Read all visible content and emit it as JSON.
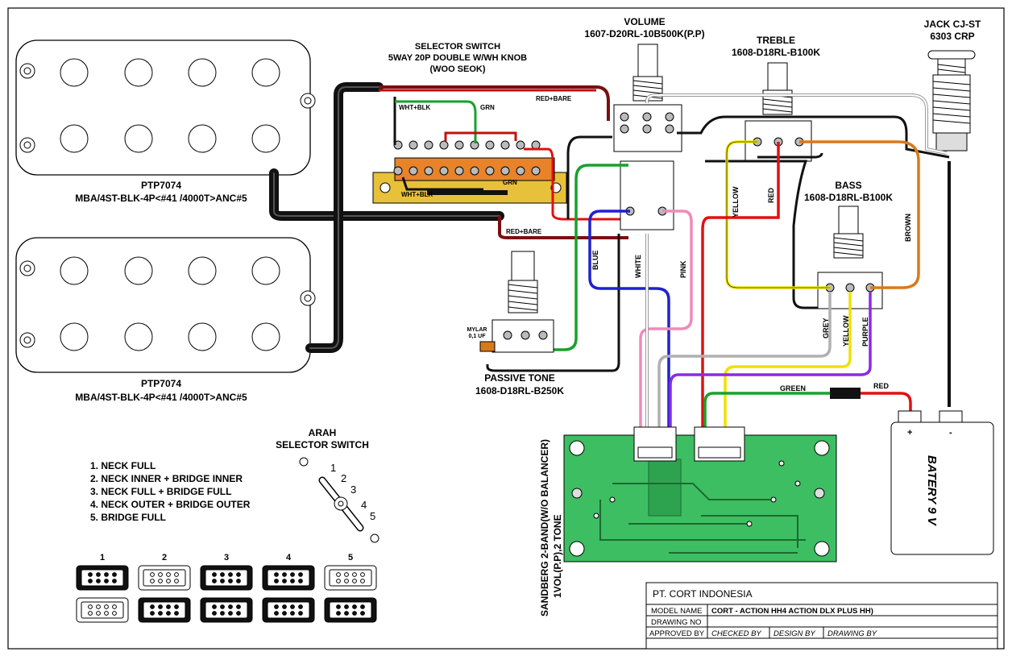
{
  "pickups": {
    "neck": {
      "label1": "PTP7074",
      "label2": "MBA/4ST-BLK-4P<#41 /4000T>ANC#5"
    },
    "bridge": {
      "label1": "PTP7074",
      "label2": "MBA/4ST-BLK-4P<#41 /4000T>ANC#5"
    }
  },
  "selector_switch": {
    "title1": "SELECTOR SWITCH",
    "title2": "5WAY 20P DOUBLE W/WH KNOB",
    "title3": "(WOO SEOK)"
  },
  "volume": {
    "title": "VOLUME",
    "part": "1607-D20RL-10B500K(P.P)"
  },
  "treble": {
    "title": "TREBLE",
    "part": "1608-D18RL-B100K"
  },
  "bass": {
    "title": "BASS",
    "part": "1608-D18RL-B100K"
  },
  "jack": {
    "title": "JACK CJ-ST",
    "part": "6303 CRP"
  },
  "passive_tone": {
    "title": "PASSIVE TONE",
    "part": "1608-D18RL-B250K",
    "cap1": "MYLAR",
    "cap2": "0,1 UF"
  },
  "wires": {
    "wht_blk": "WHT+BLK",
    "grn": "GRN",
    "red_bare": "RED+BARE",
    "yellow": "YELLOW",
    "red": "RED",
    "brown": "BROWN",
    "blue": "BLUE",
    "white": "WHITE",
    "pink": "PINK",
    "grey": "GREY",
    "purple": "PURPLE",
    "green": "GREEN"
  },
  "preamp": {
    "line1": "SANDBERG 2-BAND(W/O BALANCER)",
    "line2": "1VOL(P.P),2 TONE"
  },
  "battery": {
    "label": "BATERY 9 V",
    "plus": "+",
    "minus": "-"
  },
  "arah": {
    "title1": "ARAH",
    "title2": "SELECTOR SWITCH",
    "positions": [
      "1. NECK FULL",
      "2. NECK INNER + BRIDGE INNER",
      "3. NECK FULL + BRIDGE FULL",
      "4. NECK OUTER + BRIDGE OUTER",
      "5. BRIDGE FULL"
    ],
    "numbers": [
      "1",
      "2",
      "3",
      "4",
      "5"
    ]
  },
  "title_block": {
    "company": "PT. CORT INDONESIA",
    "model_name_label": "MODEL NAME",
    "model_name_value": "CORT - ACTION HH4 ACTION DLX PLUS HH)",
    "drawing_no_label": "DRAWING NO",
    "approved_by_label": "APPROVED BY",
    "checked_by_label": "CHECKED BY",
    "design_by_label": "DESIGN BY",
    "drawing_by_label": "DRAWING BY"
  },
  "colors": {
    "board_green": "#3dbe62",
    "switch_orange": "#e8832a",
    "switch_yellow": "#e7c13a",
    "wire_red": "#e01010",
    "wire_green": "#15a22a",
    "wire_yellow": "#f0e000",
    "wire_blue": "#2020d0",
    "wire_pink": "#f08ab8",
    "wire_purple": "#8a2be2",
    "wire_brown": "#d87a1a",
    "wire_grey": "#b0b0b0"
  }
}
